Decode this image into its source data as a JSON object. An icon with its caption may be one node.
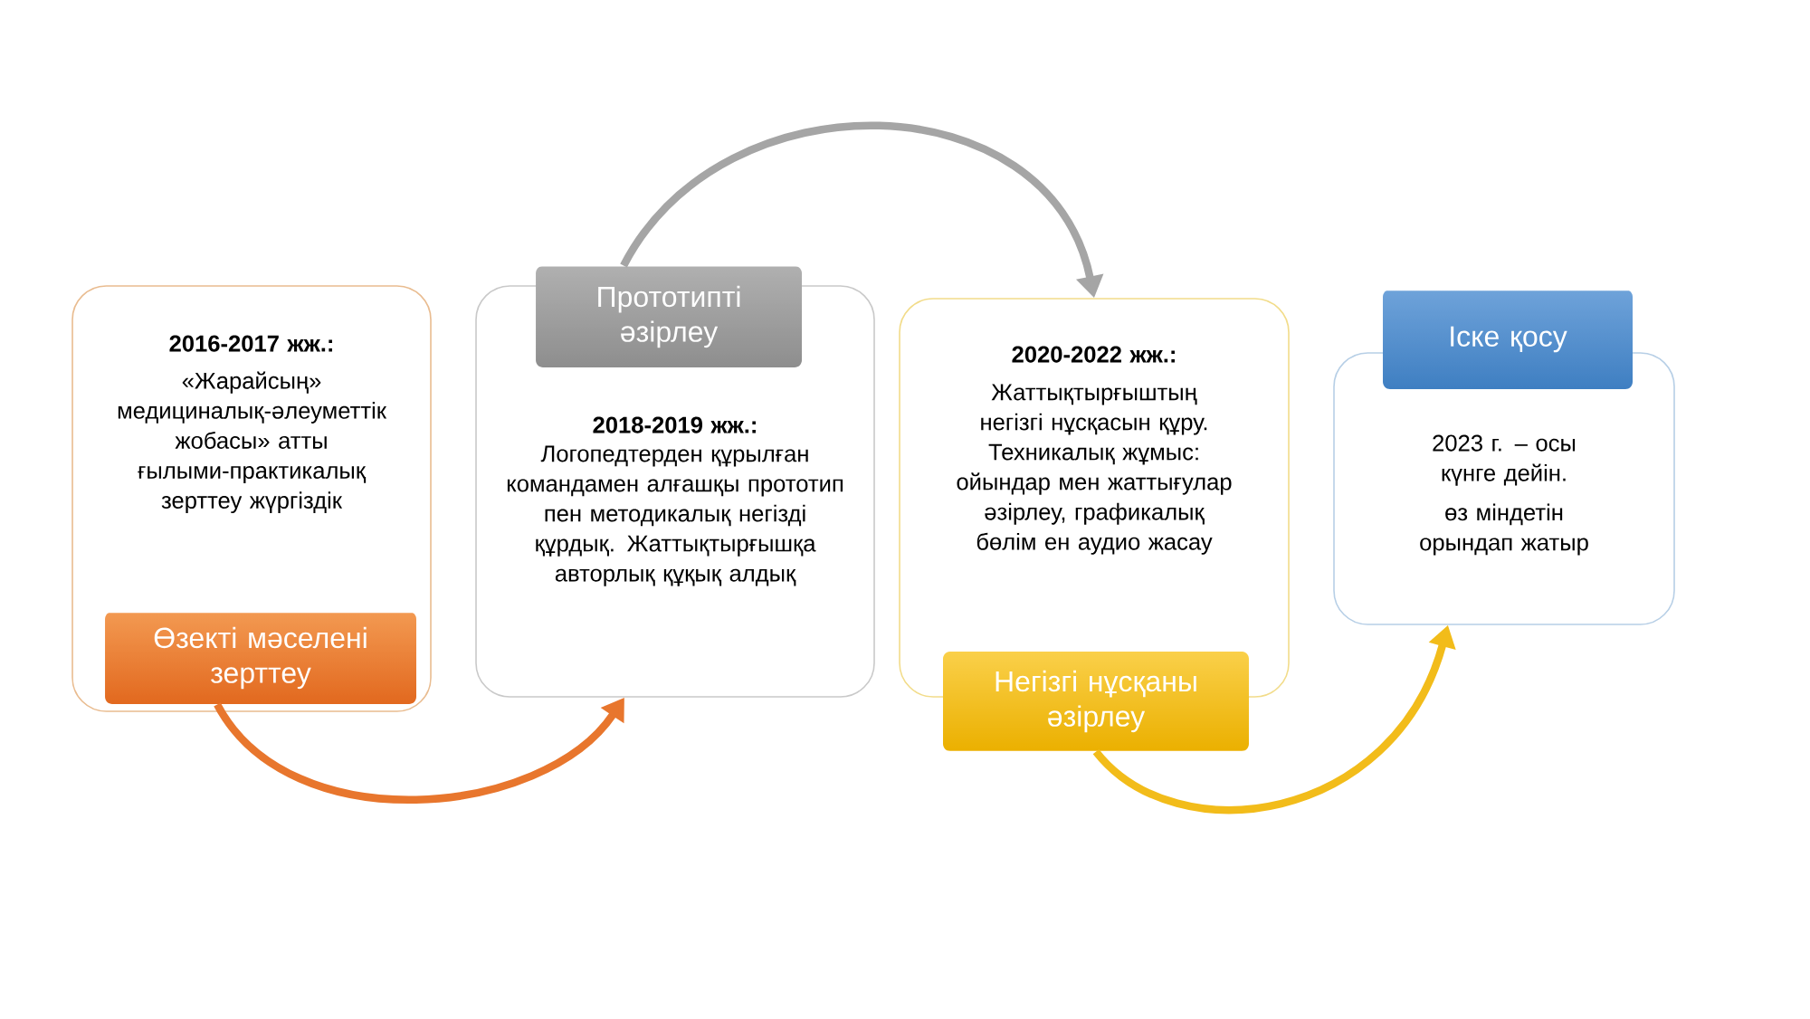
{
  "diagram": {
    "nodes": [
      {
        "text": [
          "2016-2017 жж.:",
          "«Жарайсың» медициналық-әлеуметтік жобасы» атты ғылыми-практикалық зерттеу жүргіздік"
        ]
      },
      {
        "text": [
          "Өзекті мәселені зерттеу"
        ],
        "in": 0
      },
      {
        "text": [
          "Прототипті әзірлеу"
        ],
        "in": 3
      },
      {
        "text": [
          "2018-2019 жж.:",
          "Логопедтерден құрылған командамен алғашқы прототип пен методикалық негізді құрдық. Жаттықтырғышқа авторлық құқық алдық"
        ]
      },
      {
        "text": [
          "2020-2022 жж.:",
          "Жаттықтырғыштың негізгі нұсқасын құру. Техникалық жұмыс: ойындар мен жаттығулар әзірлеу, графикалық бөлім ен аудио жасау"
        ]
      },
      {
        "text": [
          "Негізгі нұсқаны әзірлеу"
        ]
      },
      {
        "text": [
          "Іске қосу"
        ]
      },
      {
        "text": [
          "2023 г. – осы күнге дейін.",
          "өз міндетін орындап жатыр"
        ]
      }
    ],
    "edges": [
      {
        "from": 1,
        "to": 3,
        "arrow": "to",
        "color": "#e8762d"
      },
      {
        "from": 2,
        "to": 4,
        "arrow": "to",
        "color": "#a5a5a5"
      },
      {
        "from": 5,
        "to": 7,
        "arrow": "to",
        "color": "#f2bc1a"
      }
    ]
  }
}
